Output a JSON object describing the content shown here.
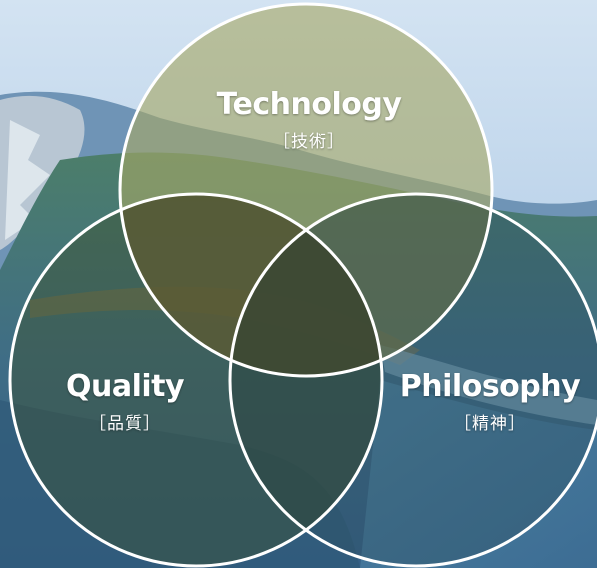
{
  "diagram": {
    "circles": [
      {
        "id": "technology",
        "title": "Technology",
        "subtitle": "［技術］"
      },
      {
        "id": "quality",
        "title": "Quality",
        "subtitle": "［品質］"
      },
      {
        "id": "philosophy",
        "title": "Philosophy",
        "subtitle": "［精神］"
      }
    ]
  },
  "colors": {
    "sky_top": "#c7dcef",
    "sky_bottom": "#8fb5d8",
    "mountain_back": "#5f86a8",
    "mountain_mid": "#4d7a64",
    "forest_green": "#3f6b52",
    "forest_blue": "#3f6a94",
    "circle_stroke": "#ffffff",
    "technology_fill": "#9a9a4e",
    "quality_fill": "#3d5a3a",
    "philosophy_fill": "#3a5f74",
    "brown_overlap": "#5e4d2a"
  }
}
